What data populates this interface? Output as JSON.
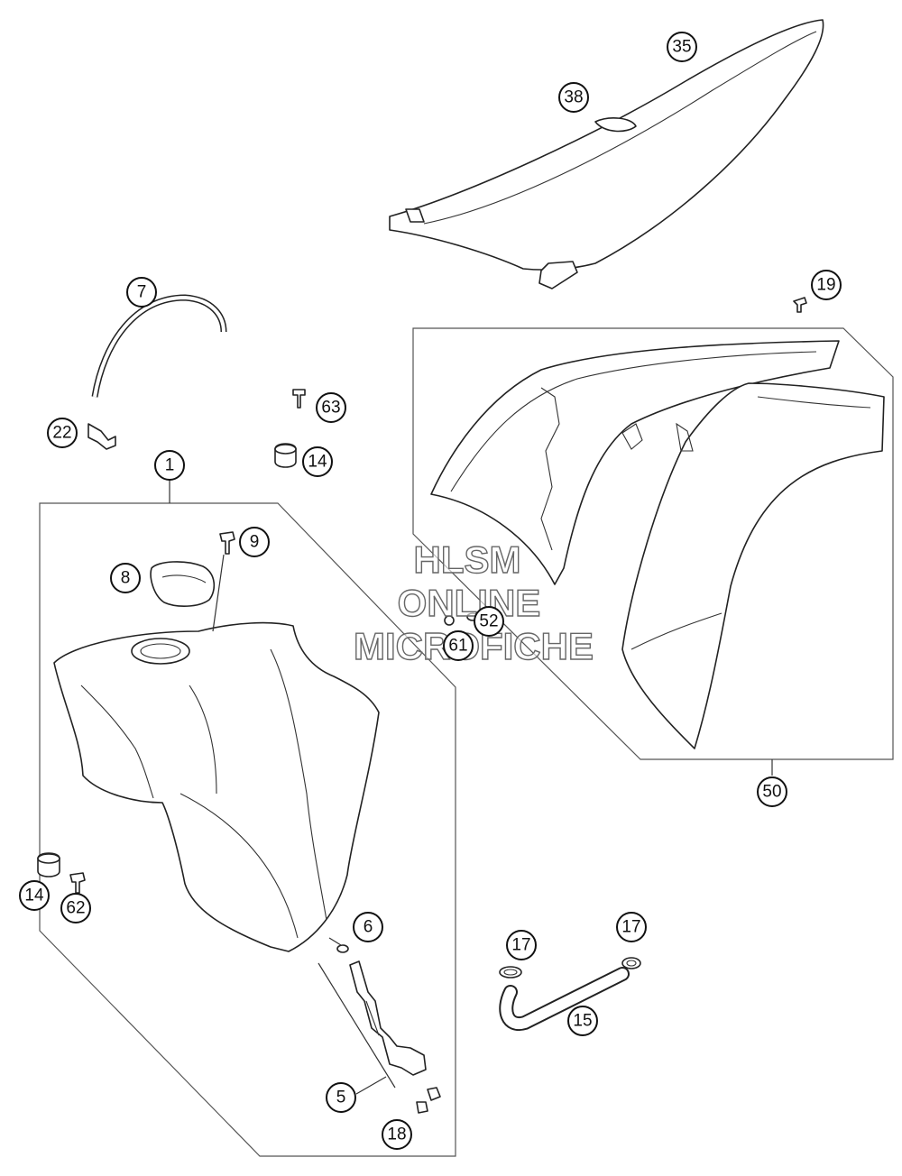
{
  "watermark": {
    "line1": "HLSM",
    "line2": "ONLINE",
    "line3": "MICROFICHE"
  },
  "callouts": {
    "c35": "35",
    "c38": "38",
    "c7": "7",
    "c19": "19",
    "c63": "63",
    "c22": "22",
    "c14a": "14",
    "c1": "1",
    "c9": "9",
    "c8": "8",
    "c52": "52",
    "c61": "61",
    "c50": "50",
    "c14b": "14",
    "c62": "62",
    "c6": "6",
    "c17a": "17",
    "c17b": "17",
    "c15": "15",
    "c5": "5",
    "c18": "18"
  }
}
